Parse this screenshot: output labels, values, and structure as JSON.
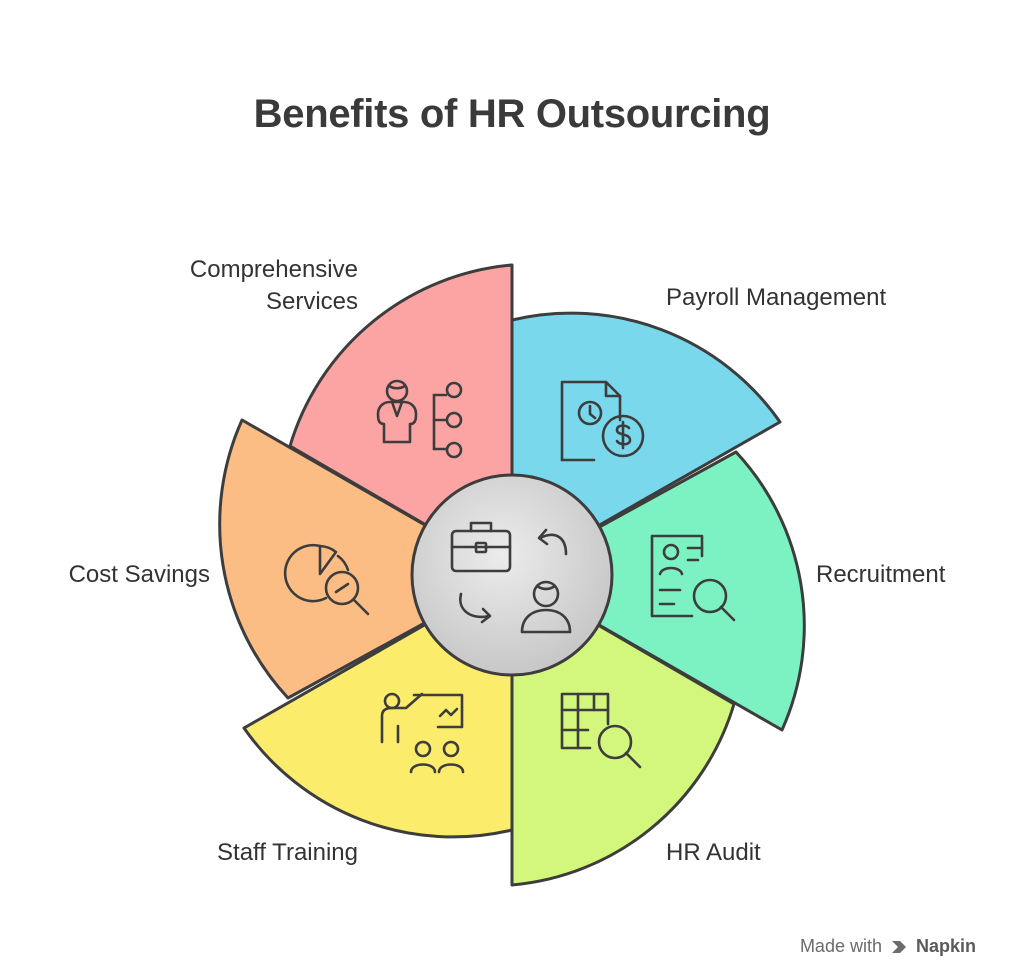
{
  "title": "Benefits of HR Outsourcing",
  "center_icons": [
    "briefcase-icon",
    "exchange-arrows-icon",
    "person-icon"
  ],
  "segments": [
    {
      "label": "Payroll Management",
      "color": "#79d8ec",
      "icon": "payroll-document-icon"
    },
    {
      "label": "Recruitment",
      "color": "#7cf2c2",
      "icon": "resume-search-icon"
    },
    {
      "label": "HR Audit",
      "color": "#d2f77c",
      "icon": "table-search-icon"
    },
    {
      "label": "Staff Training",
      "color": "#fbec6c",
      "icon": "presentation-trainer-icon"
    },
    {
      "label": "Cost Savings",
      "color": "#fbbd84",
      "icon": "pie-chart-search-icon"
    },
    {
      "label": "Comprehensive Services",
      "label_line1": "Comprehensive",
      "label_line2": "Services",
      "color": "#fca4a4",
      "icon": "person-network-icon"
    }
  ],
  "footer": {
    "made_with": "Made with",
    "brand": "Napkin"
  }
}
